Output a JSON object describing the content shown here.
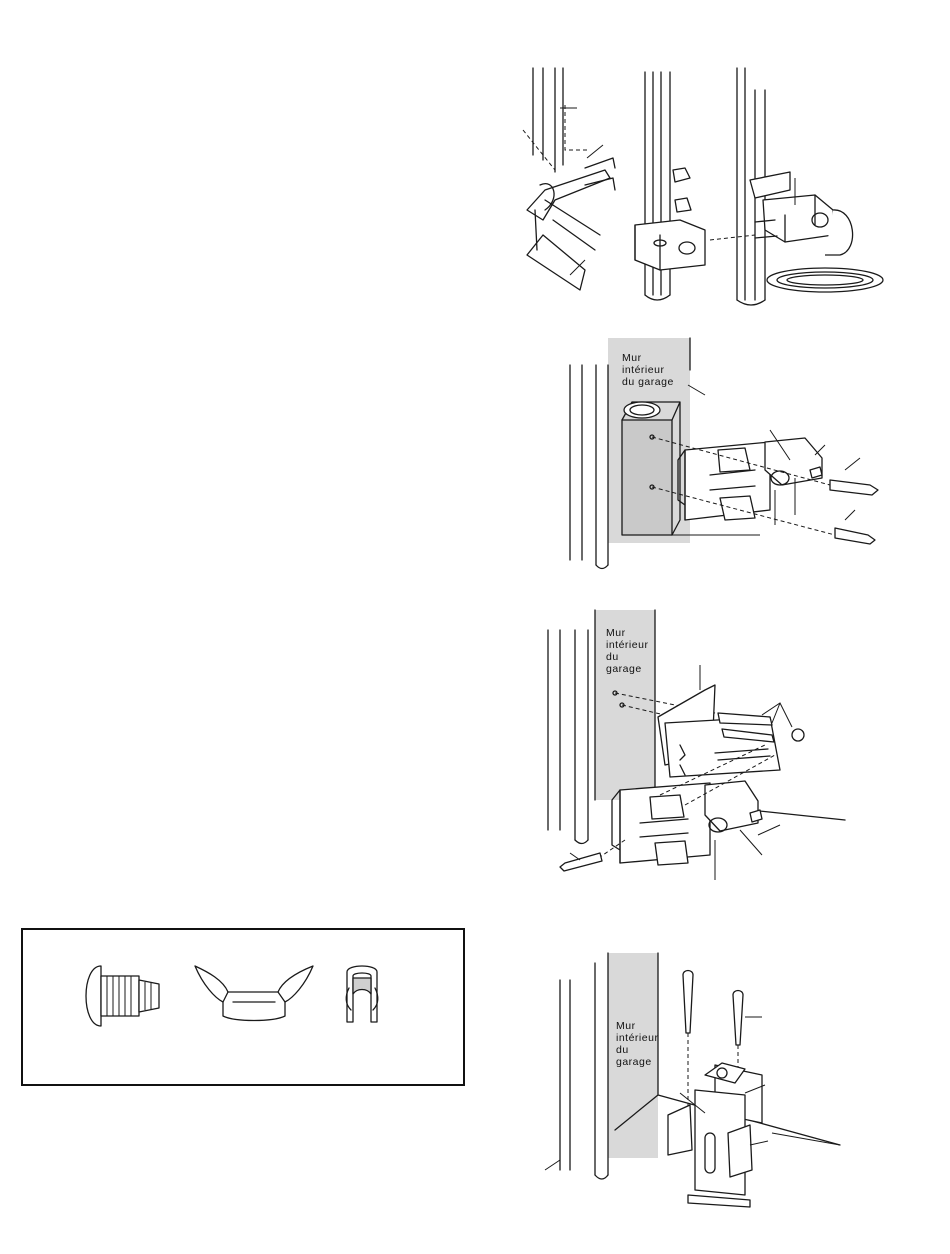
{
  "figures": {
    "fig2": {
      "wall_label": [
        "Mur",
        "intérieur",
        "du garage"
      ]
    },
    "fig3": {
      "wall_label": [
        "Mur",
        "intérieur",
        "du",
        "garage"
      ]
    },
    "fig4": {
      "wall_label": [
        "Mur",
        "intérieur",
        "du",
        "garage"
      ]
    }
  },
  "hardware": {
    "items": [
      "carriage-bolt-icon",
      "wing-nut-icon",
      "insulated-staple-icon"
    ]
  }
}
